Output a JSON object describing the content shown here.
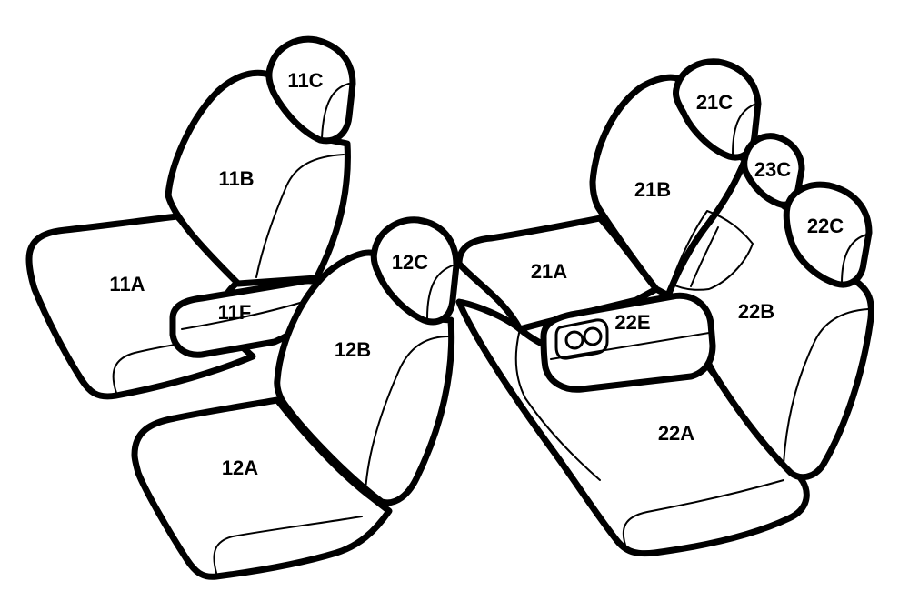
{
  "labels": {
    "p11A": "11A",
    "p11B": "11B",
    "p11C": "11C",
    "p11F": "11F",
    "p12A": "12A",
    "p12B": "12B",
    "p12C": "12C",
    "p21A": "21A",
    "p21B": "21B",
    "p21C": "21C",
    "p22A": "22A",
    "p22B": "22B",
    "p22C": "22C",
    "p22E": "22E",
    "p23C": "23C"
  }
}
